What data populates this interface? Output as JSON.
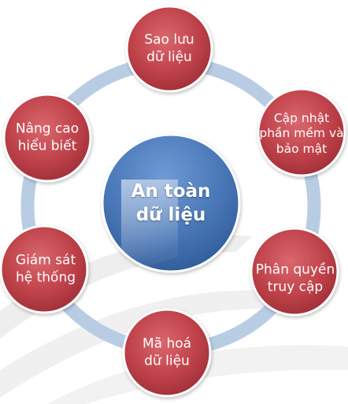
{
  "center": {
    "lines": [
      "An toàn",
      "dữ liệu"
    ]
  },
  "nodes": [
    {
      "id": "backup",
      "lines": [
        "Sao lưu",
        "dữ liệu"
      ]
    },
    {
      "id": "update",
      "lines": [
        "Cập nhật",
        "phần mềm và",
        "bảo mật"
      ]
    },
    {
      "id": "access",
      "lines": [
        "Phân quyền",
        "truy cập"
      ]
    },
    {
      "id": "encrypt",
      "lines": [
        "Mã hoá",
        "dữ liệu"
      ]
    },
    {
      "id": "monitor",
      "lines": [
        "Giám sát",
        "hệ thống"
      ]
    },
    {
      "id": "awareness",
      "lines": [
        "Nâng cao",
        "hiểu biết"
      ]
    }
  ],
  "colors": {
    "ring": "#b8cde4",
    "node_fill": "#c0424a",
    "node_border": "#ffffff",
    "center_fill": "#4a78b8",
    "center_highlight": "#ffffff",
    "text": "#ffffff",
    "watermark": "#ececec"
  }
}
